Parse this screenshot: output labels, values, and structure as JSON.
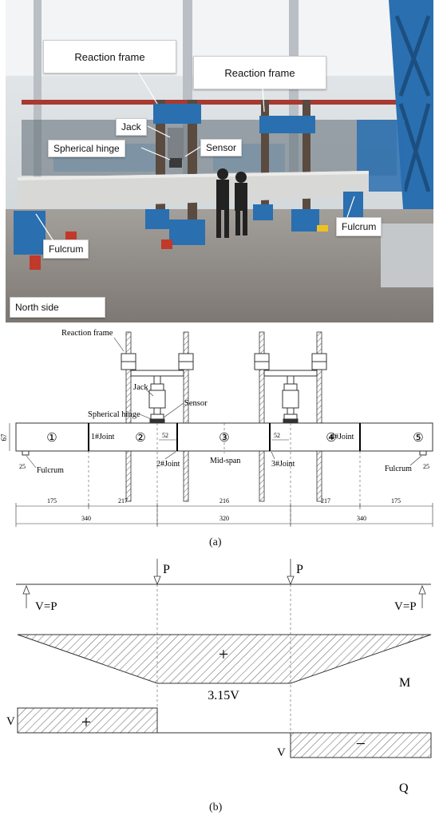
{
  "photo": {
    "labels": {
      "reaction_frame_left": "Reaction frame",
      "reaction_frame_right": "Reaction frame",
      "jack": "Jack",
      "spherical_hinge": "Spherical hinge",
      "sensor": "Sensor",
      "fulcrum_left": "Fulcrum",
      "fulcrum_right": "Fulcrum",
      "north_side": "North side"
    }
  },
  "drawing": {
    "reaction_frame": "Reaction frame",
    "jack": "Jack",
    "sensor": "Sensor",
    "spherical_hinge": "Spherical hinge",
    "height": "67",
    "segments": [
      "①",
      "②",
      "③",
      "④",
      "⑤"
    ],
    "joint1": "1#Joint",
    "joint2": "2#Joint",
    "joint3": "3#Joint",
    "joint4": "4#Joint",
    "mid_span": "Mid-span",
    "fulcrum_left": "Fulcrum",
    "fulcrum_right": "Fulcrum",
    "end_dim_left": "25",
    "end_dim_right": "25",
    "joint_dim_left": "52",
    "joint_dim_right": "52",
    "dims_row1": [
      "175",
      "217",
      "216",
      "217",
      "175"
    ],
    "dims_row2": [
      "340",
      "320",
      "340"
    ]
  },
  "caption_a": "(a)",
  "loads": {
    "p_left": "P",
    "p_right": "P",
    "v_left": "V=P",
    "v_right": "V=P",
    "moment_plus": "+",
    "moment_value": "3.15V",
    "moment_label": "M",
    "shear_v_left": "V",
    "shear_plus": "+",
    "shear_v_right": "V",
    "shear_minus": "−",
    "shear_label": "Q"
  },
  "caption_b": "(b)",
  "colors": {
    "frame_blue": "#2a6fb0",
    "floor": "#8a8580",
    "beam": "#d8d8d6"
  }
}
